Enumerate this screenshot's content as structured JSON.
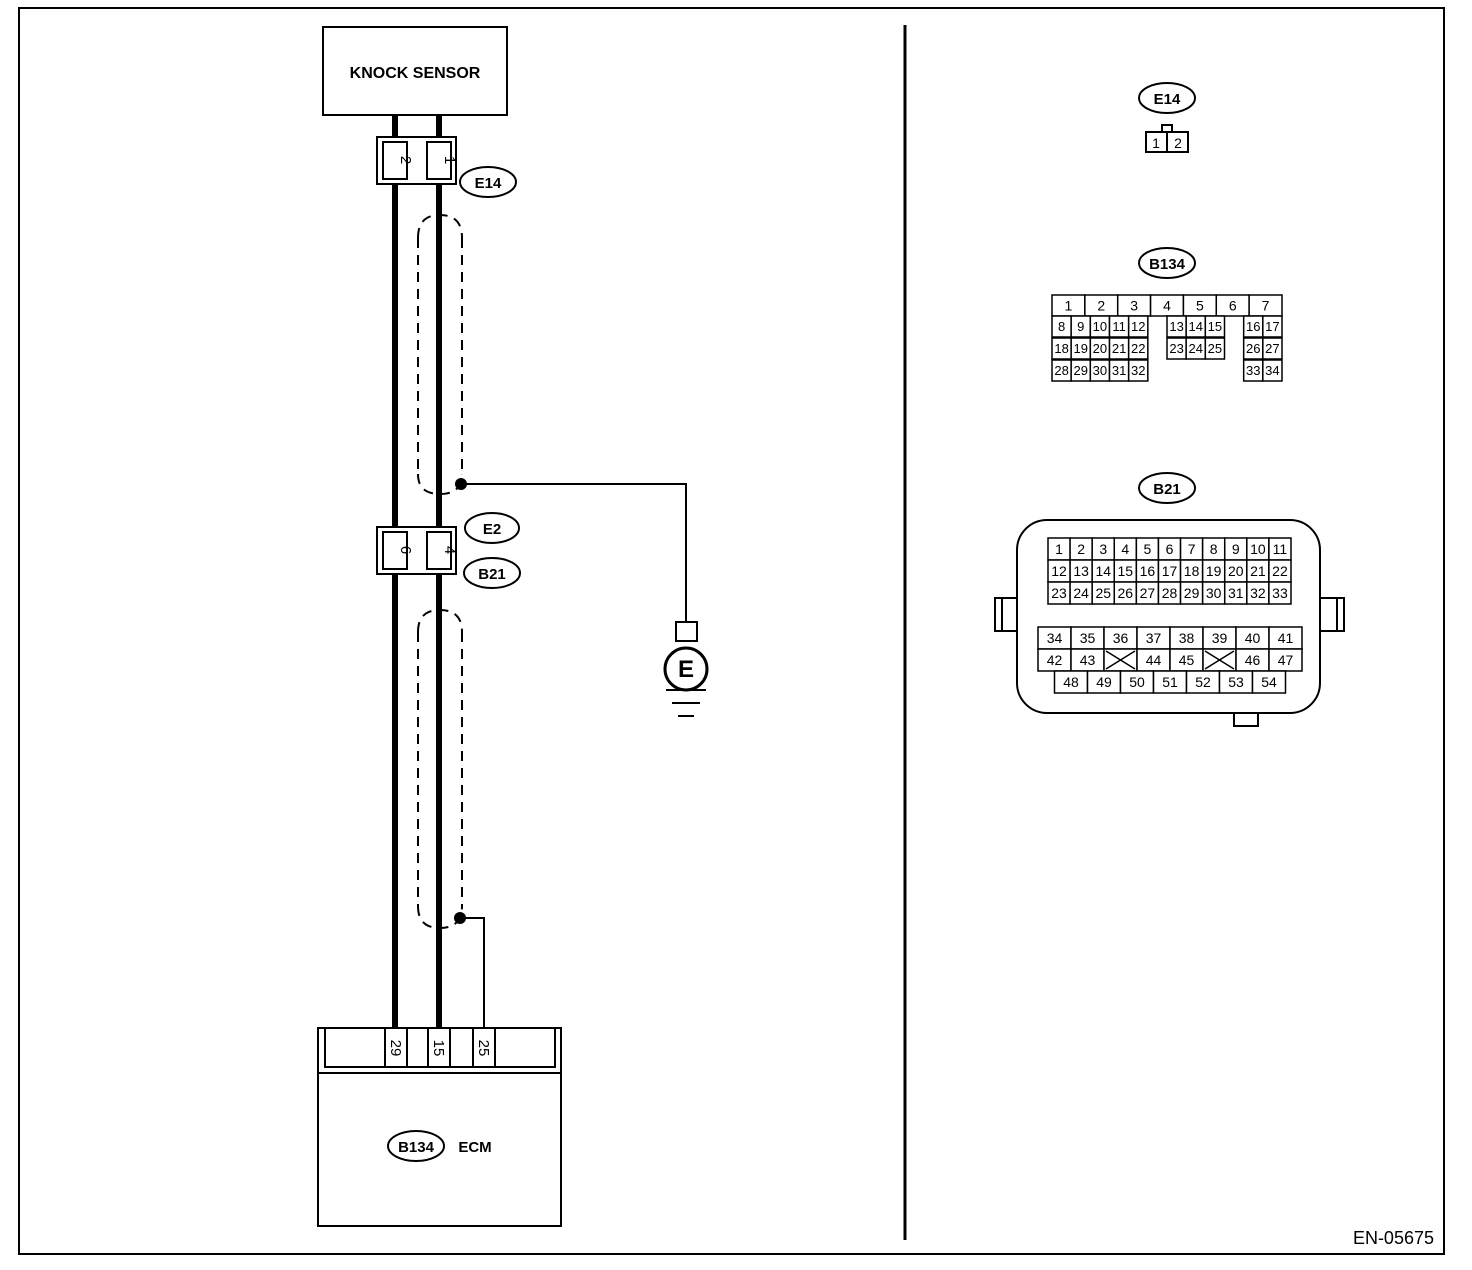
{
  "diagram": {
    "knock_sensor": {
      "label": "KNOCK SENSOR"
    },
    "connector_e14_left": {
      "tag": "E14",
      "pins": [
        "2",
        "1"
      ]
    },
    "connector_e2_b21": {
      "tags": [
        "E2",
        "B21"
      ],
      "pins": [
        "6",
        "4"
      ]
    },
    "ground": {
      "label": "E"
    },
    "ecm": {
      "tag": "B134",
      "label": "ECM",
      "pins": [
        "29",
        "15",
        "25"
      ]
    },
    "figure_id": "EN-05675"
  },
  "connector_views": {
    "e14": {
      "tag": "E14",
      "pins": [
        "1",
        "2"
      ]
    },
    "b134": {
      "tag": "B134",
      "rows": [
        [
          "1",
          "2",
          "3",
          "4",
          "5",
          "6",
          "7"
        ],
        [
          "8",
          "9",
          "10",
          "11",
          "12",
          "",
          "13",
          "14",
          "15",
          "",
          "16",
          "17"
        ],
        [
          "18",
          "19",
          "20",
          "21",
          "22",
          "",
          "23",
          "24",
          "25",
          "",
          "26",
          "27"
        ],
        [
          "28",
          "29",
          "30",
          "31",
          "32",
          "",
          "",
          "",
          "",
          "",
          "33",
          "34"
        ]
      ]
    },
    "b21": {
      "tag": "B21",
      "upper_rows": [
        [
          "1",
          "2",
          "3",
          "4",
          "5",
          "6",
          "7",
          "8",
          "9",
          "10",
          "11"
        ],
        [
          "12",
          "13",
          "14",
          "15",
          "16",
          "17",
          "18",
          "19",
          "20",
          "21",
          "22"
        ],
        [
          "23",
          "24",
          "25",
          "26",
          "27",
          "28",
          "29",
          "30",
          "31",
          "32",
          "33"
        ]
      ],
      "lower_rows": [
        [
          "34",
          "35",
          "36",
          "37",
          "38",
          "39",
          "40",
          "41"
        ],
        [
          "42",
          "43",
          "X",
          "44",
          "45",
          "X",
          "46",
          "47"
        ],
        [
          "48",
          "49",
          "50",
          "51",
          "52",
          "53",
          "54"
        ]
      ]
    }
  }
}
